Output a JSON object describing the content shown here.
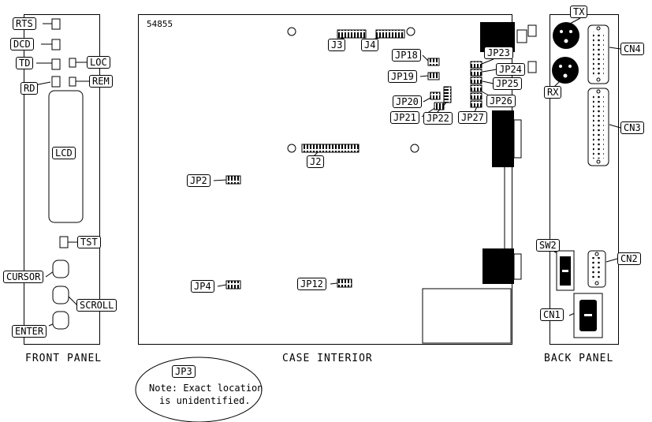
{
  "front_panel": {
    "title": "FRONT PANEL",
    "rts": "RTS",
    "dcd": "DCD",
    "td": "TD",
    "rd": "RD",
    "loc": "LOC",
    "rem": "REM",
    "lcd": "LCD",
    "tst": "TST",
    "cursor": "CURSOR",
    "scroll": "SCROLL",
    "enter": "ENTER"
  },
  "case_interior": {
    "title": "CASE INTERIOR",
    "board_number": "54855",
    "j2": "J2",
    "j3": "J3",
    "j4": "J4",
    "jp2": "JP2",
    "jp4": "JP4",
    "jp12": "JP12",
    "jp18": "JP18",
    "jp19": "JP19",
    "jp20": "JP20",
    "jp21": "JP21",
    "jp22": "JP22",
    "jp23": "JP23",
    "jp24": "JP24",
    "jp25": "JP25",
    "jp26": "JP26",
    "jp27": "JP27"
  },
  "back_panel": {
    "title": "BACK PANEL",
    "tx": "TX",
    "rx": "RX",
    "cn1": "CN1",
    "cn2": "CN2",
    "cn3": "CN3",
    "cn4": "CN4",
    "sw2": "SW2"
  },
  "note": {
    "jp3": "JP3",
    "line1": "Note: Exact location",
    "line2": "is unidentified."
  },
  "colors": {
    "line": "#000000",
    "background": "#ffffff"
  }
}
